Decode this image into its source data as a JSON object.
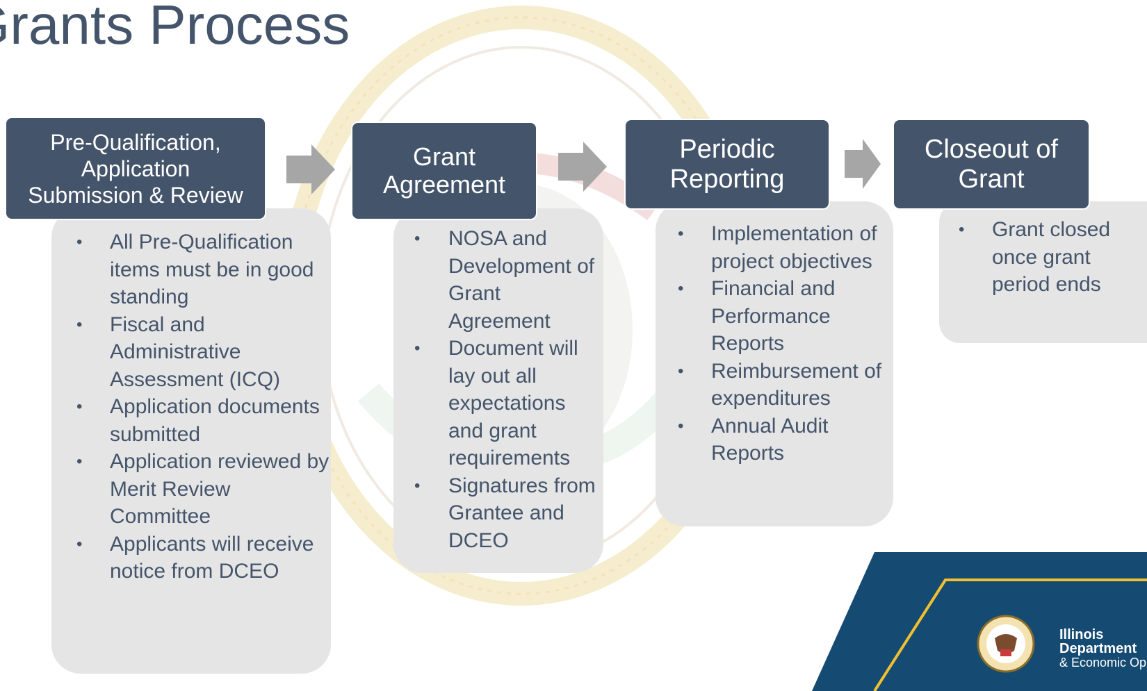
{
  "title": "Grants Process",
  "steps": [
    {
      "header": [
        "Pre-Qualification,",
        "Application",
        "Submission & Review"
      ],
      "items": [
        "All Pre-Qualification items must be in good standing",
        "Fiscal and Administrative Assessment (ICQ)",
        "Application documents submitted",
        "Application reviewed by Merit Review Committee",
        "Applicants will receive notice from DCEO"
      ]
    },
    {
      "header": [
        "Grant",
        "Agreement"
      ],
      "items": [
        "NOSA and Development of Grant Agreement",
        "Document will lay out all expectations and grant requirements",
        "Signatures from Grantee and DCEO"
      ]
    },
    {
      "header": [
        "Periodic",
        "Reporting"
      ],
      "items": [
        "Implementation of project objectives",
        "Financial and Performance Reports",
        "Reimbursement of expenditures",
        "Annual Audit Reports"
      ]
    },
    {
      "header": [
        "Closeout of",
        "Grant"
      ],
      "items": [
        "Grant closed once grant period ends"
      ]
    }
  ],
  "logo": {
    "line1": "Illinois",
    "line2": "Department",
    "line3": "& Economic Op"
  },
  "colors": {
    "header_bg": "#44546a",
    "card_bg": "#e5e5e5",
    "arrow": "#a6a6a6",
    "logo_bg": "#154a73",
    "logo_accent": "#f0c030"
  }
}
